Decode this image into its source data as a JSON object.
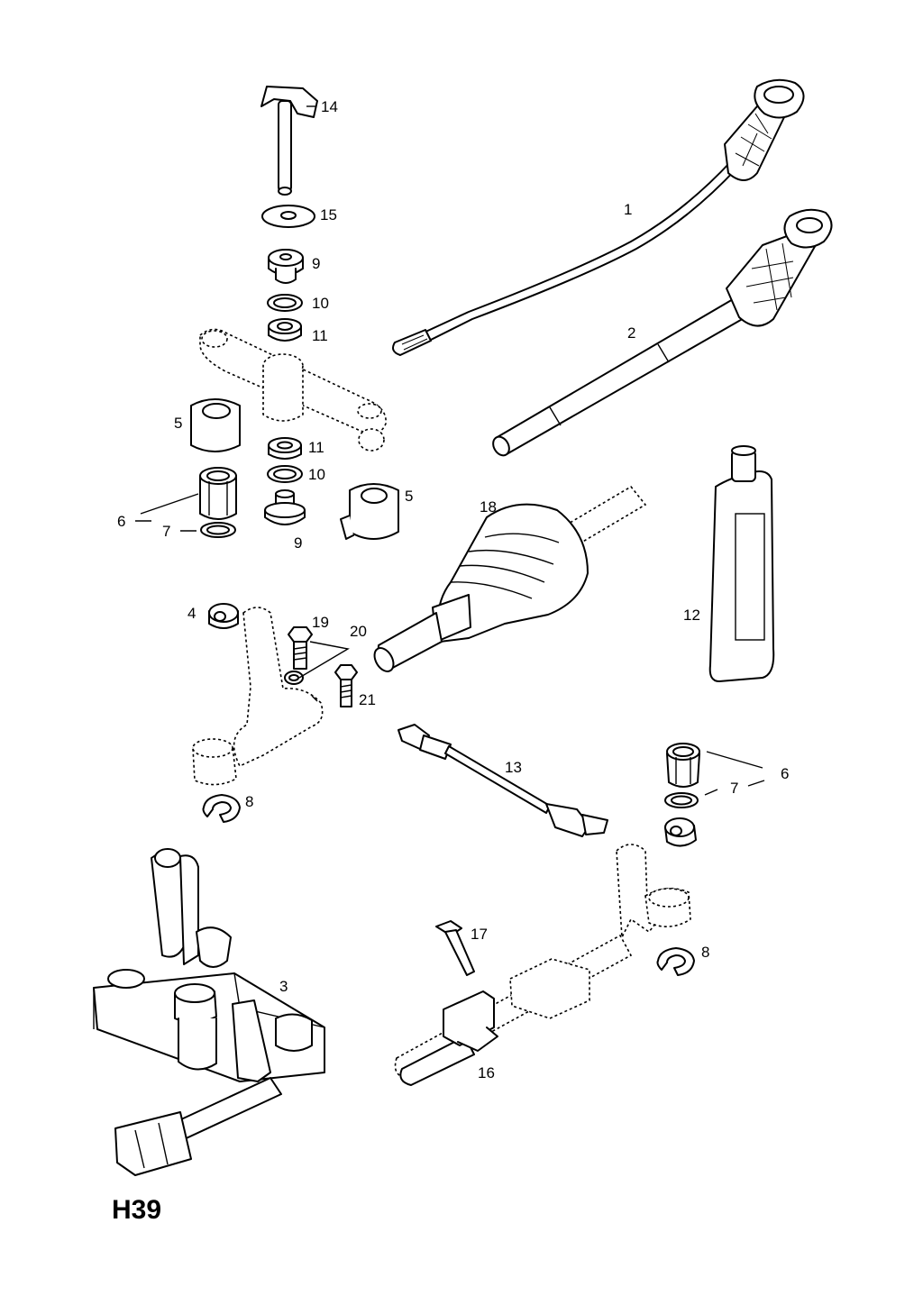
{
  "page_code": "H39",
  "labels": {
    "p1": "1",
    "p2": "2",
    "p3": "3",
    "p4": "4",
    "p5a": "5",
    "p5b": "5",
    "p6a": "6",
    "p6b": "6",
    "p7a": "7",
    "p7b": "7",
    "p8a": "8",
    "p8b": "8",
    "p9a": "9",
    "p9b": "9",
    "p10a": "10",
    "p10b": "10",
    "p11a": "11",
    "p11b": "11",
    "p12": "12",
    "p13": "13",
    "p14": "14",
    "p15": "15",
    "p16": "16",
    "p17": "17",
    "p18": "18",
    "p19": "19",
    "p20": "20",
    "p21": "21"
  }
}
